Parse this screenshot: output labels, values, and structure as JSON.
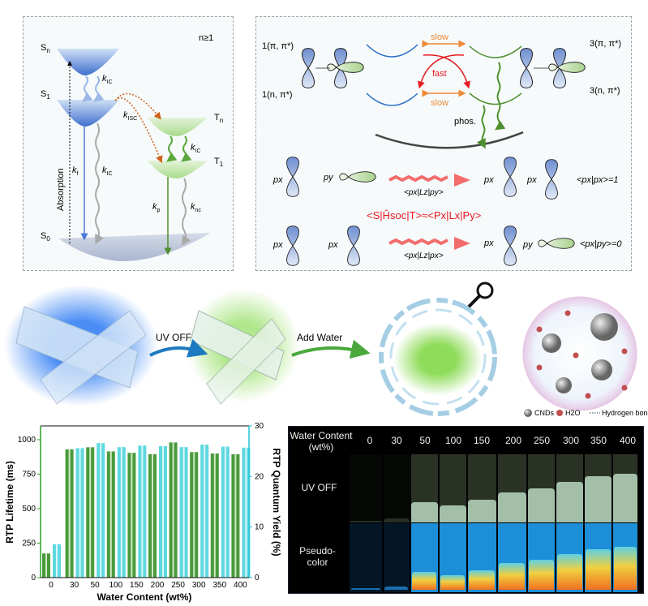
{
  "jablonski": {
    "n_note": "n≥1",
    "levels": {
      "sn": "S",
      "sn_sub": "n",
      "s1": "S",
      "s1_sub": "1",
      "s0": "S",
      "s0_sub": "0",
      "tn": "T",
      "tn_sub": "n",
      "t1": "T",
      "t1_sub": "1"
    },
    "absorption": "Absorption",
    "rates": {
      "k": "k",
      "ic": "IC",
      "isc": "ISC",
      "f": "f",
      "p": "p",
      "nc": "nc"
    }
  },
  "orbital": {
    "states": {
      "s_pipi": "1(π, π*)",
      "s_npi": "1(n, π*)",
      "t_pipi": "3(π, π*)",
      "t_npi": "3(n, π*)"
    },
    "slow": "slow",
    "fast": "fast",
    "phos": "phos.",
    "px": "px",
    "py": "py",
    "bracket1": "<px|Lz|py>",
    "bracket2": "<px|Lz|px>",
    "overlap1": "<px|px>=1",
    "overlap0": "<px|py>=0",
    "soc_equation": "<S|Ĥsoc|T>≈<Px|Lx|Py>"
  },
  "process": {
    "uv_off": "UV OFF",
    "add_water": "Add Water",
    "legend": {
      "cnds": "CNDs",
      "h2o": "H2O",
      "hbond": "Hydrogen bonding"
    }
  },
  "chart_data": {
    "type": "bar",
    "xlabel": "Water Content (wt%)",
    "categories": [
      "0",
      "30",
      "50",
      "100",
      "150",
      "200",
      "250",
      "300",
      "350",
      "400"
    ],
    "ylabel": "RTP Lifetime (ms)",
    "ylabel_right": "RTP Quantum Yield (%)",
    "ylim": [
      0,
      1100
    ],
    "ylim_right": [
      0,
      30
    ],
    "yticks": [
      "0",
      "250",
      "500",
      "750",
      "1000"
    ],
    "yticks_right": [
      "0",
      "10",
      "20",
      "30"
    ],
    "series": [
      {
        "name": "RTP Lifetime",
        "axis": "left",
        "color": "#4a9a3c",
        "values": [
          175,
          930,
          945,
          915,
          905,
          895,
          980,
          910,
          900,
          895
        ]
      },
      {
        "name": "RTP Quantum Yield",
        "axis": "right",
        "color": "#5fd8e0",
        "values": [
          6.6,
          25.6,
          26.6,
          25.8,
          26.1,
          26.0,
          25.8,
          26.3,
          25.9,
          25.7
        ]
      }
    ]
  },
  "photo": {
    "header": "Water Content (wt%)",
    "columns": [
      "0",
      "30",
      "50",
      "100",
      "150",
      "200",
      "250",
      "300",
      "350",
      "400"
    ],
    "rows": [
      "UV OFF",
      "Pseudo-color"
    ]
  }
}
